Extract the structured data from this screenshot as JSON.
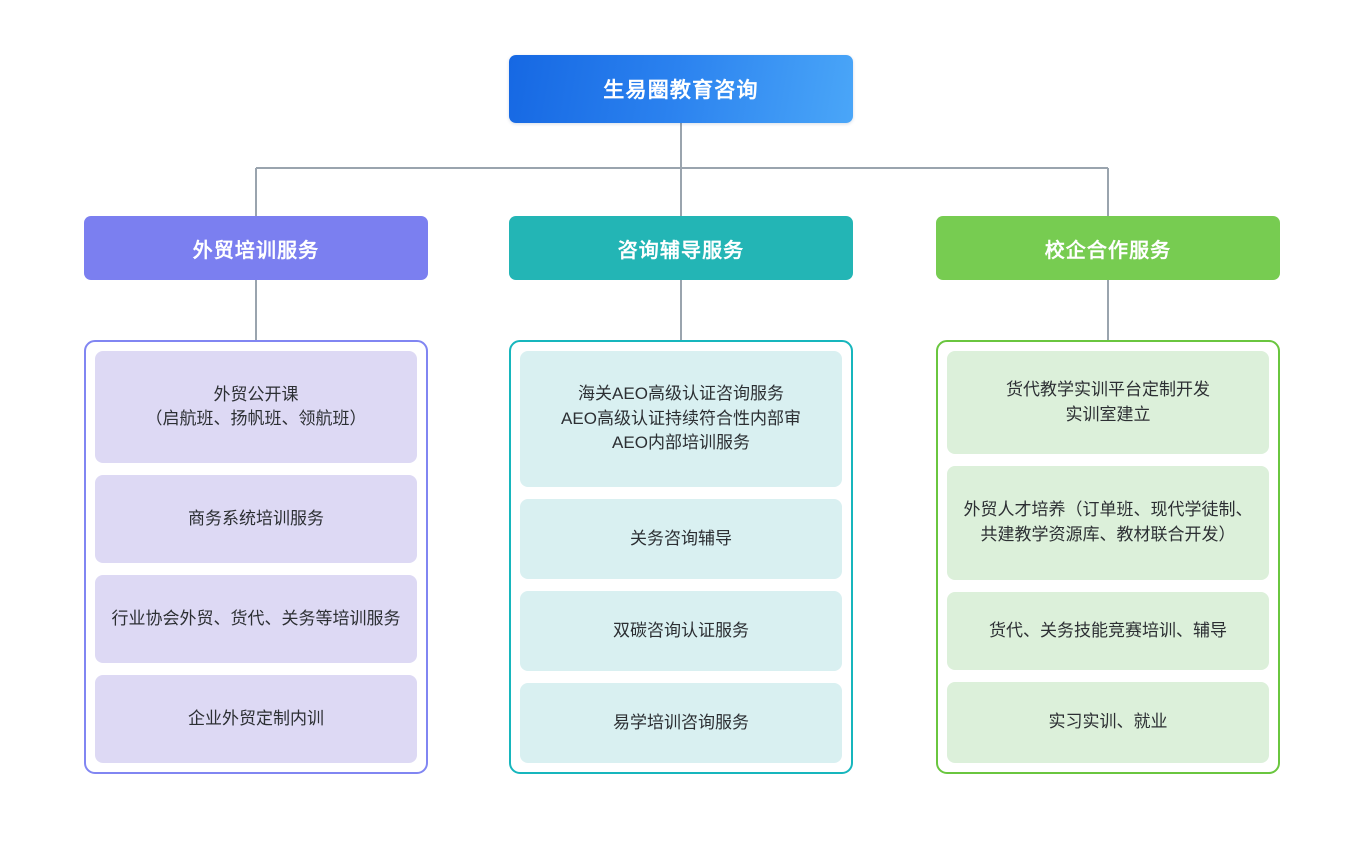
{
  "diagram": {
    "type": "org-chart",
    "root": {
      "label": "生易圈教育咨询",
      "color_from": "#1668e3",
      "color_to": "#4aa6f8"
    },
    "connector_color": "#9aa4ae",
    "branches": [
      {
        "label": "外贸培训服务",
        "header_color": "#7b7ff0",
        "border_color": "#8186f2",
        "card_color": "#ddd9f4",
        "items": [
          "外贸公开课\n（启航班、扬帆班、领航班）",
          "商务系统培训服务",
          "行业协会外贸、货代、关务等培训服务",
          "企业外贸定制内训"
        ]
      },
      {
        "label": "咨询辅导服务",
        "header_color": "#23b5b5",
        "border_color": "#17b6bd",
        "card_color": "#d9f0f1",
        "items": [
          "海关AEO高级认证咨询服务\nAEO高级认证持续符合性内部审\nAEO内部培训服务",
          "关务咨询辅导",
          "双碳咨询认证服务",
          "易学培训咨询服务"
        ]
      },
      {
        "label": "校企合作服务",
        "header_color": "#77cc51",
        "border_color": "#6ac63f",
        "card_color": "#dcf0da",
        "items": [
          "货代教学实训平台定制开发\n实训室建立",
          "外贸人才培养（订单班、现代学徒制、共建教学资源库、教材联合开发）",
          "货代、关务技能竞赛培训、辅导",
          "实习实训、就业"
        ]
      }
    ]
  }
}
